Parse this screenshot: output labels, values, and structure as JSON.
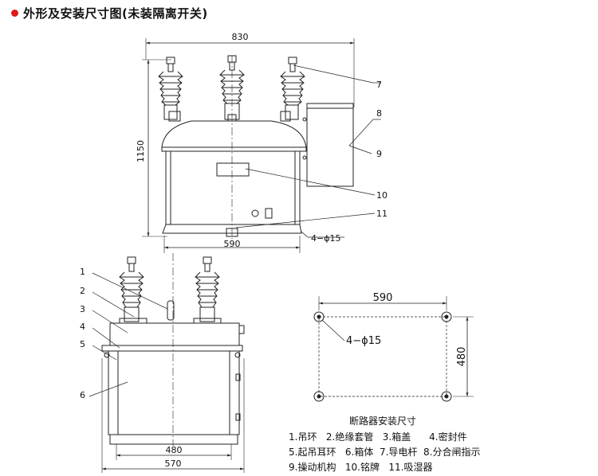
{
  "header": {
    "title": "外形及安装尺寸图(未装隔离开关)"
  },
  "front_view": {
    "dim_width": "830",
    "dim_height": "1150",
    "dim_base": "590",
    "hole_label": "4−ϕ15",
    "callouts": [
      "7",
      "8",
      "9",
      "10",
      "11"
    ]
  },
  "side_view": {
    "callouts": [
      "1",
      "2",
      "3",
      "4",
      "5",
      "6"
    ],
    "dim_inner": "480",
    "dim_outer": "570"
  },
  "mounting": {
    "dim_width": "590",
    "dim_height": "480",
    "hole_label": "4−ϕ15",
    "title": "断路器安装尺寸"
  },
  "legend": {
    "row1": "1.吊环   2.绝缘套管   3.箱盖      4.密封件",
    "row2": "5.起吊耳环   6.箱体  7.导电杆  8.分合闸指示",
    "row3": "9.操动机构   10.铭牌   11.吸湿器"
  },
  "colors": {
    "bullet": "#e01818",
    "line": "#222222"
  }
}
